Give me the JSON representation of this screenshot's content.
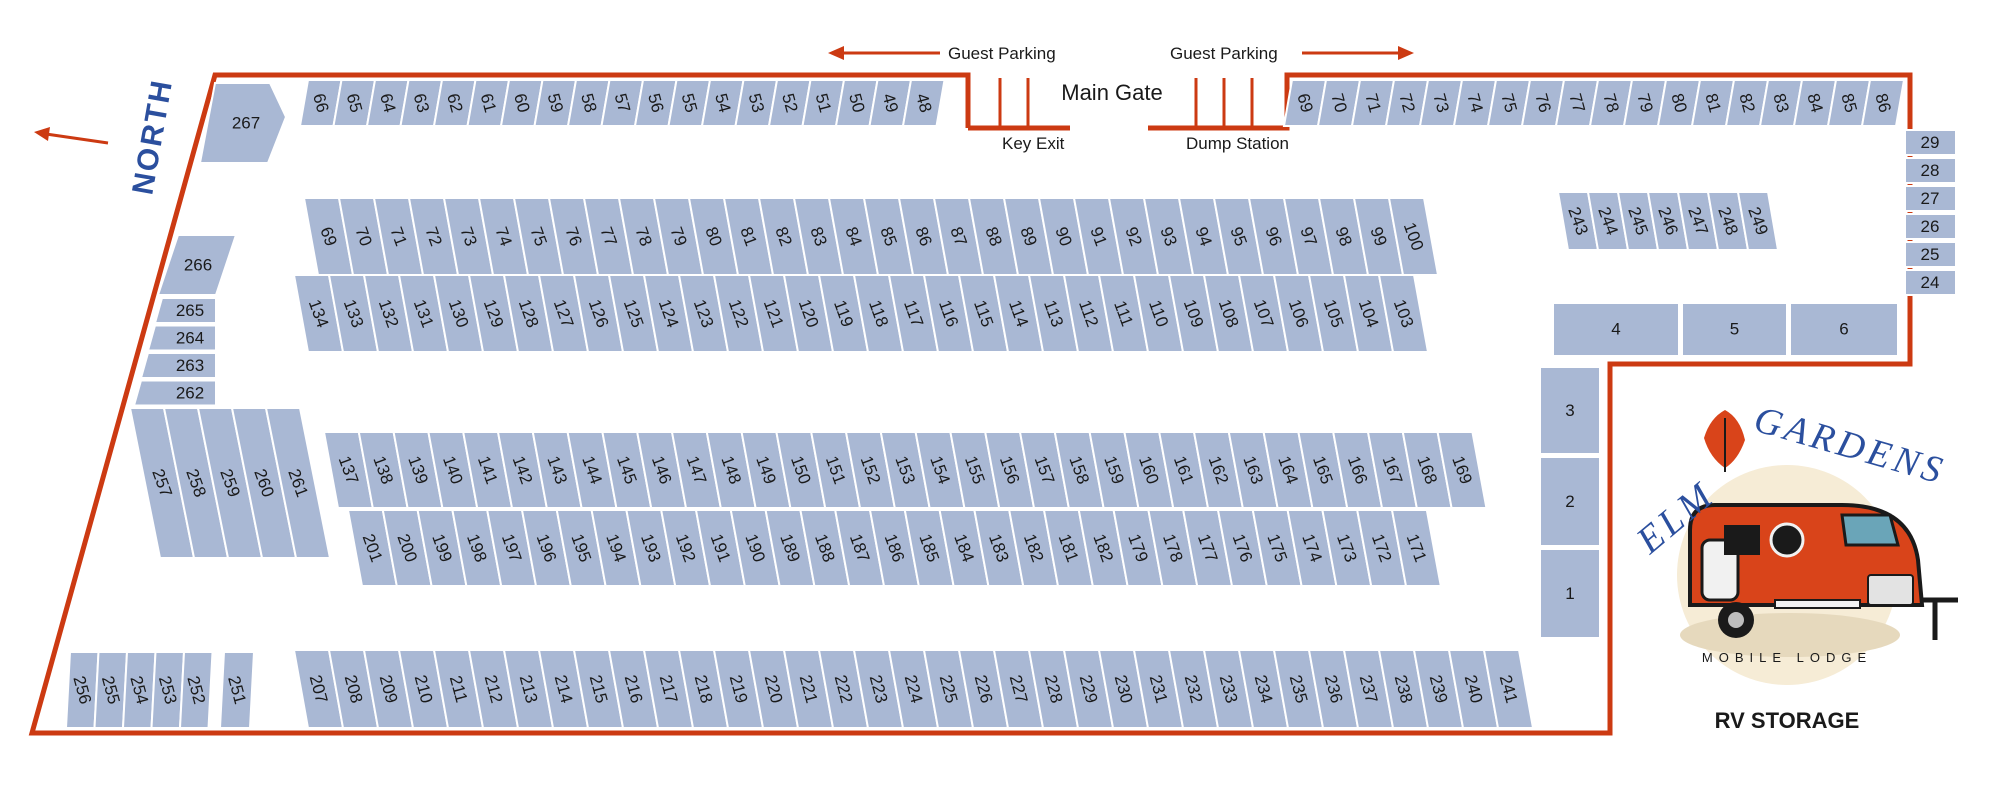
{
  "labels": {
    "guest_parking_left": "Guest Parking",
    "guest_parking_right": "Guest Parking",
    "main_gate": "Main Gate",
    "key_exit": "Key Exit",
    "dump_station": "Dump Station",
    "north": "NORTH"
  },
  "logo": {
    "brand_left": "ELM",
    "brand_right": "GARDENS",
    "subtitle": "MOBILE LODGE",
    "caption": "RV STORAGE"
  },
  "colors": {
    "spot": "#a9b8d4",
    "boundary": "#cc3a12",
    "logo_blue": "#2b4f9e",
    "trailer_red": "#d9441a"
  },
  "rows": {
    "top_left": [
      "66",
      "65",
      "64",
      "63",
      "62",
      "61",
      "60",
      "59",
      "58",
      "57",
      "56",
      "55",
      "54",
      "53",
      "52",
      "51",
      "50",
      "49",
      "48"
    ],
    "top_right": [
      "69",
      "70",
      "71",
      "72",
      "73",
      "74",
      "75",
      "76",
      "77",
      "78",
      "79",
      "80",
      "81",
      "82",
      "83",
      "84",
      "85",
      "86"
    ],
    "upper_a": [
      "69",
      "70",
      "71",
      "72",
      "73",
      "74",
      "75",
      "76",
      "77",
      "78",
      "79",
      "80",
      "81",
      "82",
      "83",
      "84",
      "85",
      "86",
      "87",
      "88",
      "89",
      "90",
      "91",
      "92",
      "93",
      "94",
      "95",
      "96",
      "97",
      "98",
      "99",
      "100"
    ],
    "upper_b": [
      "134",
      "133",
      "132",
      "131",
      "130",
      "129",
      "128",
      "127",
      "126",
      "125",
      "124",
      "123",
      "122",
      "121",
      "120",
      "119",
      "118",
      "117",
      "116",
      "115",
      "114",
      "113",
      "112",
      "111",
      "110",
      "109",
      "108",
      "107",
      "106",
      "105",
      "104",
      "103"
    ],
    "middle_a": [
      "137",
      "138",
      "139",
      "140",
      "141",
      "142",
      "143",
      "144",
      "145",
      "146",
      "147",
      "148",
      "149",
      "150",
      "151",
      "152",
      "153",
      "154",
      "155",
      "156",
      "157",
      "158",
      "159",
      "160",
      "161",
      "162",
      "163",
      "164",
      "165",
      "166",
      "167",
      "168",
      "169"
    ],
    "middle_b": [
      "201",
      "200",
      "199",
      "198",
      "197",
      "196",
      "195",
      "194",
      "193",
      "192",
      "191",
      "190",
      "189",
      "188",
      "187",
      "186",
      "185",
      "184",
      "183",
      "182",
      "181",
      "182",
      "179",
      "178",
      "177",
      "176",
      "175",
      "174",
      "173",
      "172",
      "171"
    ],
    "bottom_main": [
      "207",
      "208",
      "209",
      "210",
      "211",
      "212",
      "213",
      "214",
      "215",
      "216",
      "217",
      "218",
      "219",
      "220",
      "221",
      "222",
      "223",
      "224",
      "225",
      "226",
      "227",
      "228",
      "229",
      "230",
      "231",
      "232",
      "233",
      "234",
      "235",
      "236",
      "237",
      "238",
      "239",
      "240",
      "241"
    ],
    "bottom_left": [
      "256",
      "255",
      "254",
      "253",
      "252"
    ],
    "bottom_251": [
      "251"
    ],
    "diag_left": [
      "257",
      "258",
      "259",
      "260",
      "261"
    ],
    "right_small": [
      "243",
      "244",
      "245",
      "246",
      "247",
      "248",
      "249"
    ],
    "left_stack": [
      "265",
      "264",
      "263",
      "262"
    ],
    "right_stack": [
      "29",
      "28",
      "27",
      "26",
      "25",
      "24"
    ],
    "wide": [
      "4",
      "5",
      "6"
    ],
    "vertical": [
      "3",
      "2",
      "1"
    ],
    "big_267": "267",
    "big_266": "266"
  }
}
